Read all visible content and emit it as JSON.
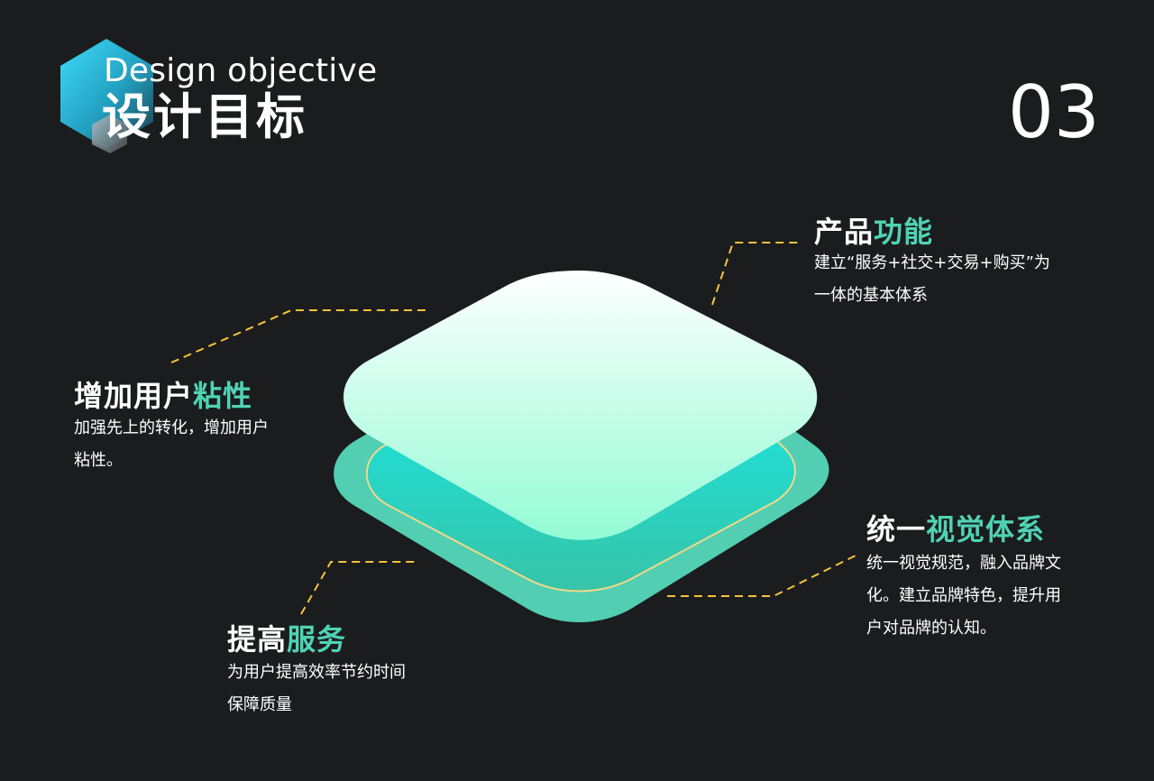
{
  "header": {
    "title_en": "Design objective",
    "title_cn": "设计目标",
    "page_number": "03",
    "logo_icon": "hexagon-icon"
  },
  "colors": {
    "background": "#1b1c1e",
    "accent": "#4fd3b4",
    "connector": "#f5c33b",
    "hex_blue": "#2ec8ec"
  },
  "blocks": {
    "product": {
      "title_plain": "产品",
      "title_accent": "功能",
      "desc_lines": [
        "建立“服务+社交+交易+购买”为",
        "一体的基本体系"
      ]
    },
    "stickiness": {
      "title_plain": "增加用户",
      "title_accent": "粘性",
      "desc_lines": [
        "加强先上的转化，增加用户",
        "粘性。"
      ]
    },
    "visual": {
      "title_plain": "统一",
      "title_accent": "视觉体系",
      "desc_lines": [
        "统一视觉规范，融入品牌文",
        "化。建立品牌特色，提升用",
        "户对品牌的认知。"
      ]
    },
    "service": {
      "title_plain": "提高",
      "title_accent": "服务",
      "desc_lines": [
        "为用户提高效率节约时间",
        "保障质量"
      ]
    }
  }
}
